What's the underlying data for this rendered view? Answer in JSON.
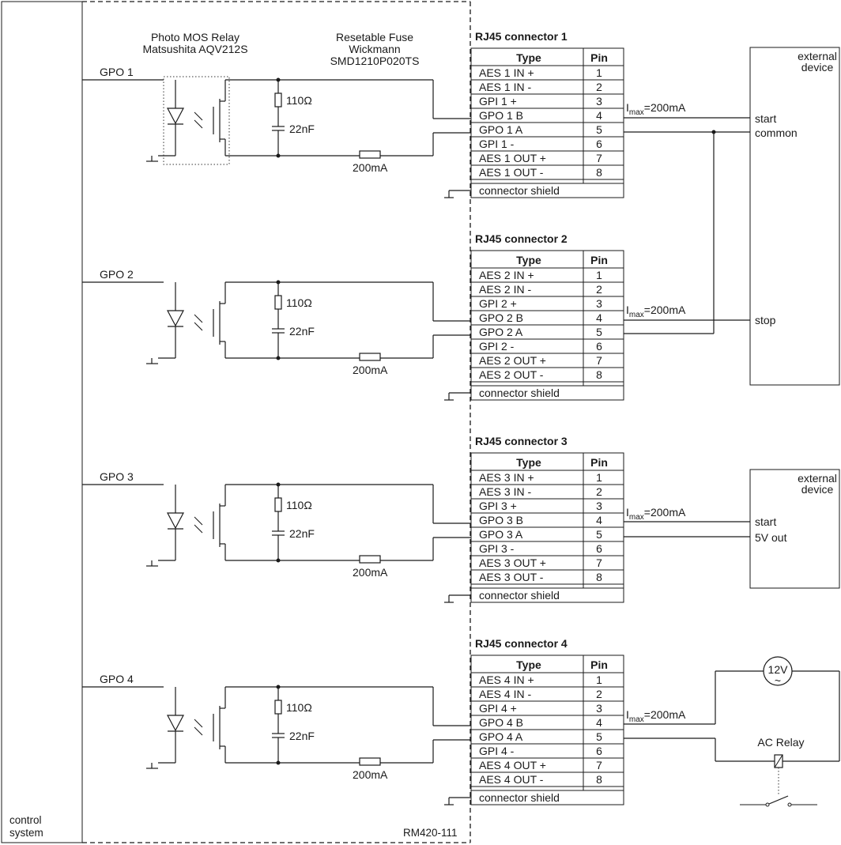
{
  "left_panel": {
    "label_line1": "control",
    "label_line2": "system"
  },
  "module": {
    "label": "RM420-111"
  },
  "headers": {
    "relay_line1": "Photo MOS Relay",
    "relay_line2": "Matsushita AQV212S",
    "fuse_line1": "Resetable Fuse",
    "fuse_line2": "Wickmann",
    "fuse_line3": "SMD1210P020TS"
  },
  "components": {
    "resistor": "110Ω",
    "capacitor": "22nF",
    "fuse": "200mA"
  },
  "table_headers": {
    "type": "Type",
    "pin": "Pin"
  },
  "channels": [
    {
      "gpo_label": "GPO 1",
      "connector_title": "RJ45 connector 1",
      "imax_label": "I",
      "imax_sub": "max",
      "imax_value": "=200mA",
      "rows": [
        {
          "type": "AES 1 IN +",
          "pin": "1"
        },
        {
          "type": "AES 1 IN -",
          "pin": "2"
        },
        {
          "type": "GPI 1 +",
          "pin": "3"
        },
        {
          "type": "GPO 1 B",
          "pin": "4"
        },
        {
          "type": "GPO 1 A",
          "pin": "5"
        },
        {
          "type": "GPI 1 -",
          "pin": "6"
        },
        {
          "type": "AES 1 OUT +",
          "pin": "7"
        },
        {
          "type": "AES 1 OUT -",
          "pin": "8"
        }
      ],
      "shield": "connector shield"
    },
    {
      "gpo_label": "GPO 2",
      "connector_title": "RJ45 connector 2",
      "imax_label": "I",
      "imax_sub": "max",
      "imax_value": "=200mA",
      "rows": [
        {
          "type": "AES 2 IN +",
          "pin": "1"
        },
        {
          "type": "AES 2 IN -",
          "pin": "2"
        },
        {
          "type": "GPI 2 +",
          "pin": "3"
        },
        {
          "type": "GPO 2 B",
          "pin": "4"
        },
        {
          "type": "GPO 2 A",
          "pin": "5"
        },
        {
          "type": "GPI 2 -",
          "pin": "6"
        },
        {
          "type": "AES 2 OUT +",
          "pin": "7"
        },
        {
          "type": "AES 2 OUT -",
          "pin": "8"
        }
      ],
      "shield": "connector shield"
    },
    {
      "gpo_label": "GPO 3",
      "connector_title": "RJ45 connector 3",
      "imax_label": "I",
      "imax_sub": "max",
      "imax_value": "=200mA",
      "rows": [
        {
          "type": "AES 3 IN +",
          "pin": "1"
        },
        {
          "type": "AES 3 IN -",
          "pin": "2"
        },
        {
          "type": "GPI 3 +",
          "pin": "3"
        },
        {
          "type": "GPO 3 B",
          "pin": "4"
        },
        {
          "type": "GPO 3 A",
          "pin": "5"
        },
        {
          "type": "GPI 3 -",
          "pin": "6"
        },
        {
          "type": "AES 3 OUT +",
          "pin": "7"
        },
        {
          "type": "AES 3 OUT -",
          "pin": "8"
        }
      ],
      "shield": "connector shield"
    },
    {
      "gpo_label": "GPO 4",
      "connector_title": "RJ45 connector 4",
      "imax_label": "I",
      "imax_sub": "max",
      "imax_value": "=200mA",
      "rows": [
        {
          "type": "AES 4 IN +",
          "pin": "1"
        },
        {
          "type": "AES 4 IN -",
          "pin": "2"
        },
        {
          "type": "GPI 4 +",
          "pin": "3"
        },
        {
          "type": "GPO 4 B",
          "pin": "4"
        },
        {
          "type": "GPO 4 A",
          "pin": "5"
        },
        {
          "type": "GPI 4 -",
          "pin": "6"
        },
        {
          "type": "AES 4 OUT +",
          "pin": "7"
        },
        {
          "type": "AES 4 OUT -",
          "pin": "8"
        }
      ],
      "shield": "connector shield"
    }
  ],
  "external_device_1": {
    "title_line1": "external",
    "title_line2": "device",
    "start": "start",
    "common": "common",
    "stop": "stop"
  },
  "external_device_2": {
    "title_line1": "external",
    "title_line2": "device",
    "start": "start",
    "out": "5V out"
  },
  "ac_circuit": {
    "source": "12V",
    "source_symbol": "~",
    "relay": "AC Relay"
  }
}
